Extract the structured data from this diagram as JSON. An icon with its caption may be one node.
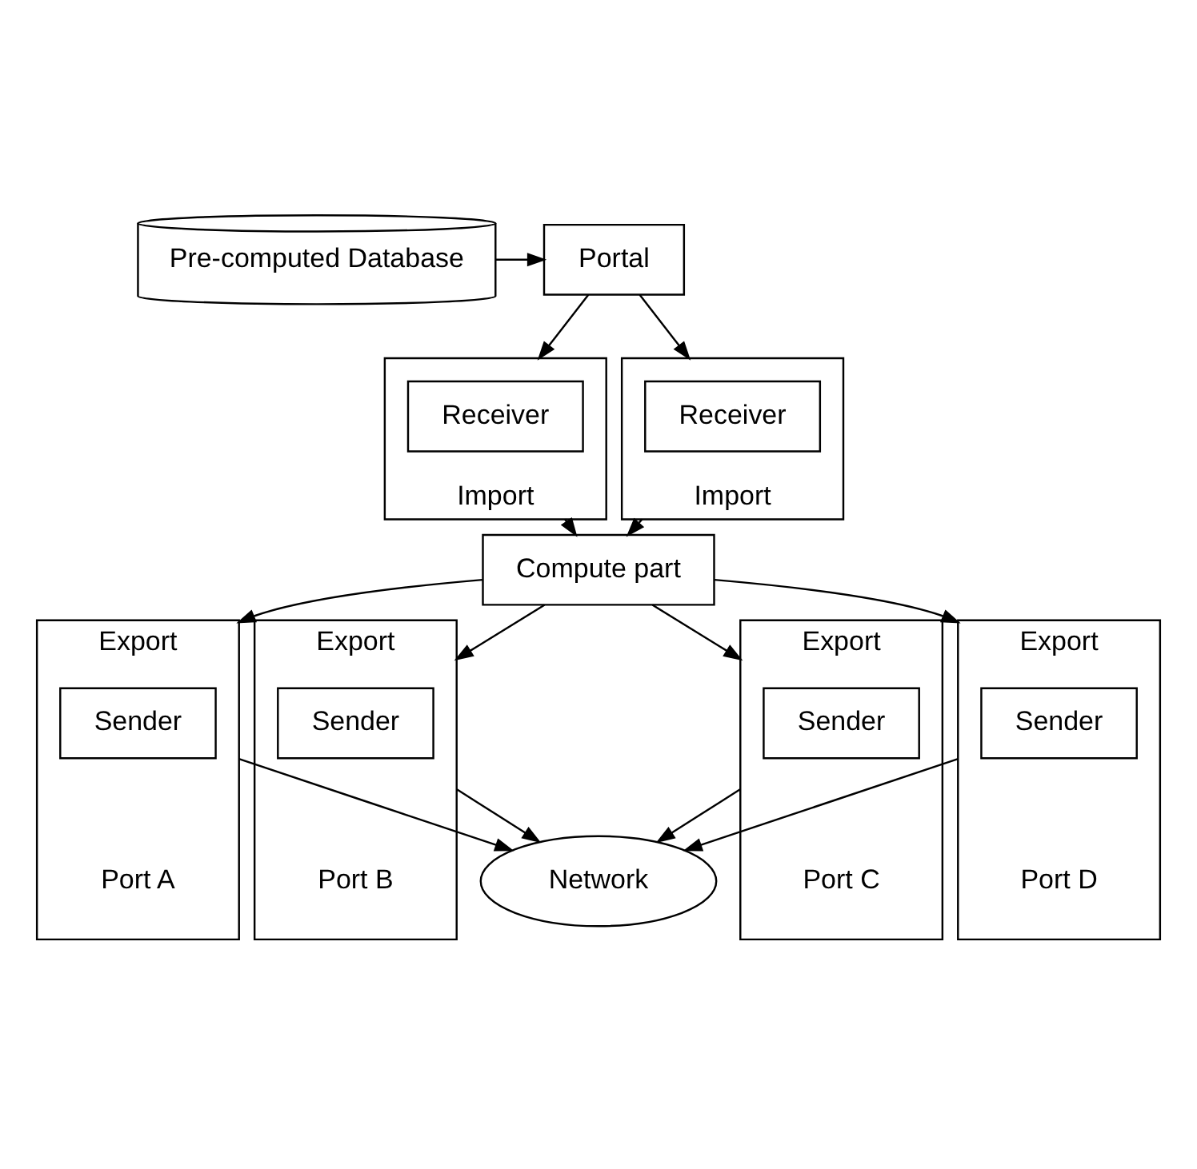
{
  "diagram": {
    "nodes": [
      {
        "text": [
          "Portal"
        ]
      },
      {
        "text": [
          "Pre-computed Database"
        ]
      },
      {
        "text": [
          "Import"
        ]
      },
      {
        "text": [
          "Receiver"
        ],
        "in": 2
      },
      {
        "text": [
          "Import"
        ]
      },
      {
        "text": [
          "Receiver"
        ],
        "in": 4
      },
      {
        "text": [
          "Compute part"
        ]
      },
      {
        "text": [
          "Export"
        ],
        "beside": [
          "Port A"
        ]
      },
      {
        "text": [
          "Sender"
        ],
        "in": 7
      },
      {
        "text": [
          "Export"
        ],
        "beside": [
          "Port B"
        ]
      },
      {
        "text": [
          "Sender"
        ],
        "in": 9
      },
      {
        "text": [
          "Export"
        ],
        "beside": [
          "Port C"
        ]
      },
      {
        "text": [
          "Sender"
        ],
        "in": 11
      },
      {
        "text": [
          "Export"
        ],
        "beside": [
          "Port D"
        ]
      },
      {
        "text": [
          "Sender"
        ],
        "in": 13
      },
      {
        "text": [
          "Network"
        ]
      }
    ],
    "edges": [
      {
        "from": 1,
        "to": 0,
        "arrow": "to"
      },
      {
        "from": 0,
        "to": 2,
        "arrow": "to"
      },
      {
        "from": 0,
        "to": 4,
        "arrow": "to"
      },
      {
        "from": 2,
        "to": 6,
        "arrow": "to"
      },
      {
        "from": 4,
        "to": 6,
        "arrow": "to"
      },
      {
        "from": 6,
        "to": 7,
        "arrow": "to"
      },
      {
        "from": 6,
        "to": 9,
        "arrow": "to"
      },
      {
        "from": 6,
        "to": 11,
        "arrow": "to"
      },
      {
        "from": 6,
        "to": 13,
        "arrow": "to"
      },
      {
        "from": 7,
        "to": 15,
        "arrow": "to"
      },
      {
        "from": 9,
        "to": 15,
        "arrow": "to"
      },
      {
        "from": 11,
        "to": 15,
        "arrow": "to"
      },
      {
        "from": 13,
        "to": 15,
        "arrow": "to"
      }
    ]
  }
}
